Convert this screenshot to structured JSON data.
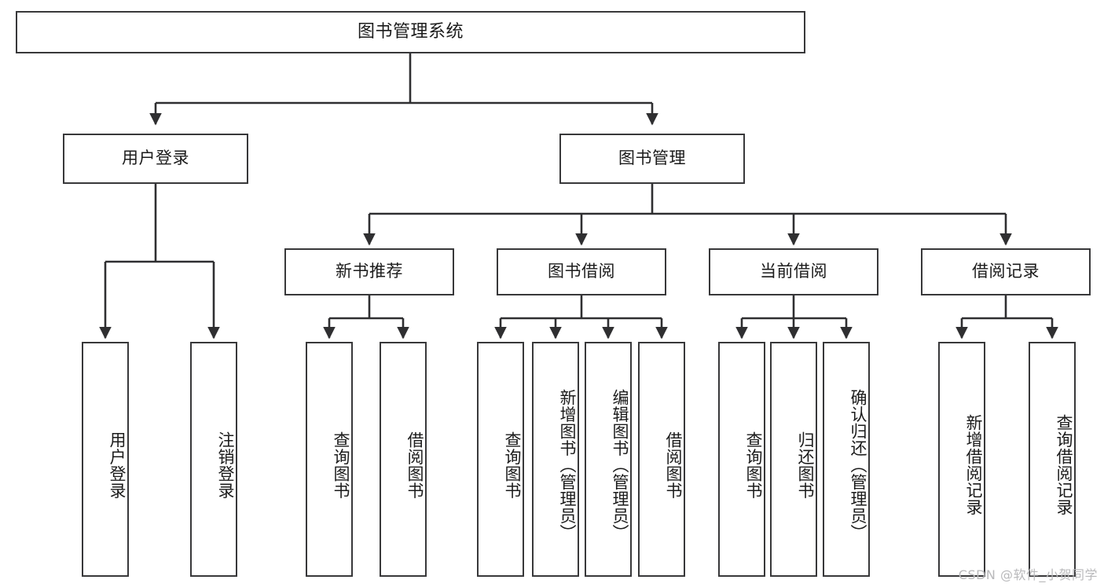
{
  "diagram": {
    "title": "图书管理系统",
    "type": "tree-hierarchy-chart",
    "root": {
      "label": "图书管理系统"
    },
    "level2": [
      {
        "label": "用户登录"
      },
      {
        "label": "图书管理"
      }
    ],
    "level3": [
      {
        "label": "新书推荐"
      },
      {
        "label": "图书借阅"
      },
      {
        "label": "当前借阅"
      },
      {
        "label": "借阅记录"
      }
    ],
    "leaves_user_login": [
      {
        "label": "用户登录"
      },
      {
        "label": "注销登录"
      }
    ],
    "leaves_new_book": [
      {
        "label": "查询图书"
      },
      {
        "label": "借阅图书"
      }
    ],
    "leaves_book_borrow": [
      {
        "label": "查询图书"
      },
      {
        "label": "新增图书（管理员）"
      },
      {
        "label": "编辑图书（管理员）"
      },
      {
        "label": "借阅图书"
      }
    ],
    "leaves_current_borrow": [
      {
        "label": "查询图书"
      },
      {
        "label": "归还图书"
      },
      {
        "label": "确认归还（管理员）"
      }
    ],
    "leaves_borrow_record": [
      {
        "label": "新增借阅记录"
      },
      {
        "label": "查询借阅记录"
      }
    ],
    "colors": {
      "border": "#38383a",
      "line": "#2f2f31",
      "text": "#1b1b1b",
      "background": "#ffffff",
      "watermark": "#b9b9bb"
    },
    "watermark": "CSDN @软件_小贺同学"
  }
}
